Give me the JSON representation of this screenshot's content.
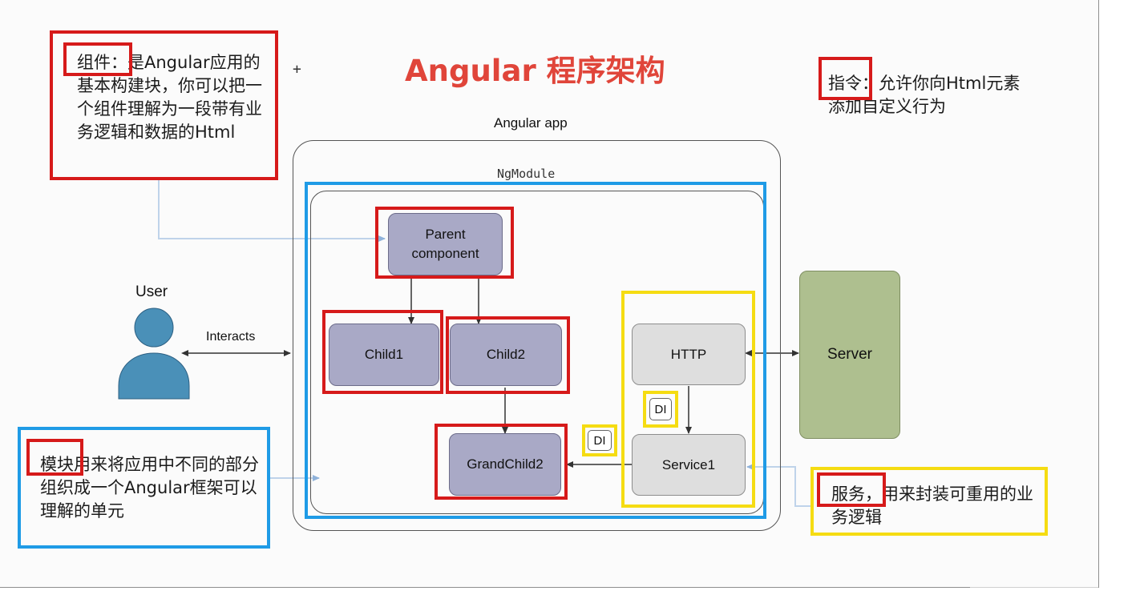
{
  "title": "Angular 程序架构",
  "app_label": "Angular app",
  "module_label": "NgModule",
  "user_label": "User",
  "interacts_label": "Interacts",
  "nodes": {
    "parent": "Parent component",
    "child1": "Child1",
    "child2": "Child2",
    "grandchild2": "GrandChild2",
    "http": "HTTP",
    "service1": "Service1",
    "server": "Server",
    "di_top": "DI",
    "di_left": "DI"
  },
  "notes": {
    "component": {
      "keyword": "组件",
      "text": "：是Angular应用的基本构建块，你可以把一个组件理解为一段带有业务逻辑和数据的Html"
    },
    "directive": {
      "keyword": "指令",
      "text": "：允许你向Html元素添加自定义行为"
    },
    "module": {
      "keyword": "模块",
      "text": "用来将应用中不同的部分组织成一个Angular框架可以理解的单元"
    },
    "service": {
      "keyword": "服务",
      "text": "，用来封装可重用的业务逻辑"
    }
  },
  "cursor_symbol": "+",
  "colors": {
    "title": "#e0453a",
    "highlight_red": "#d61a1a",
    "highlight_blue": "#1f9be6",
    "highlight_yellow": "#f5dc12",
    "component_fill": "#a9a9c6",
    "service_fill": "#dedede",
    "server_fill": "#aebf8f",
    "user_fill": "#4a90b8"
  }
}
